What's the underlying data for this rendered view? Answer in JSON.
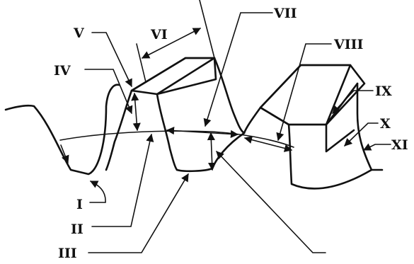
{
  "labels": {
    "I": "I",
    "II": "II",
    "III": "III",
    "IV": "IV",
    "V": "V",
    "VI": "VI",
    "VII": "VII",
    "VIII": "VIII",
    "IX": "IX",
    "X": "X",
    "XI": "XI"
  },
  "colors": {
    "ink": "#111111",
    "background": "#ffffff"
  }
}
